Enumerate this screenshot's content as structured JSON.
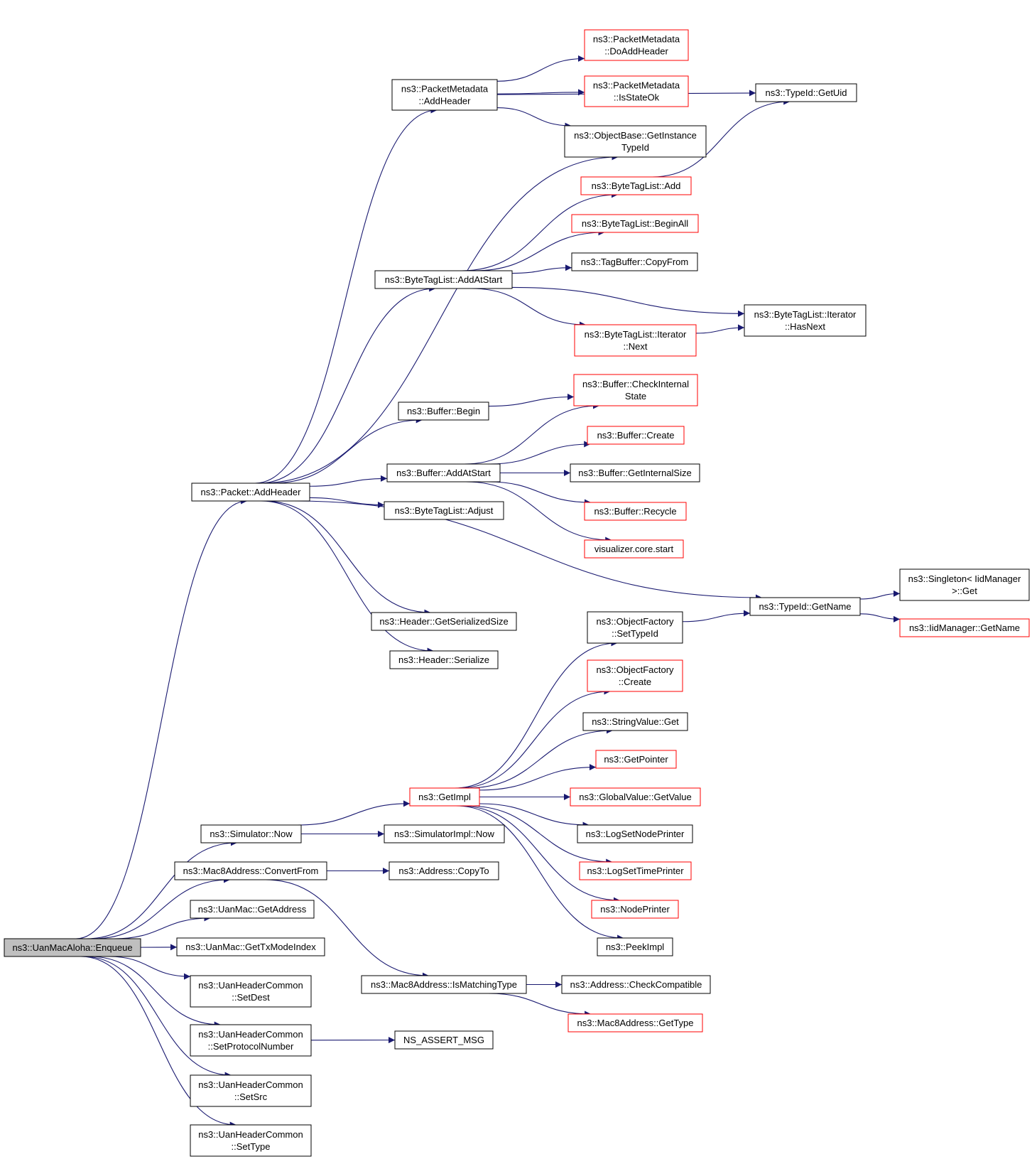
{
  "colors": {
    "edge": "#191970",
    "normal_border": "#000000",
    "truncated_border": "#ff0000",
    "root_fill": "#bfbfbf"
  },
  "nodes": {
    "enqueue": {
      "lines": [
        "ns3::UanMacAloha::Enqueue"
      ],
      "type": "root"
    },
    "packet_addheader": {
      "lines": [
        "ns3::Packet::AddHeader"
      ],
      "type": "normal"
    },
    "pm_addheader": {
      "lines": [
        "ns3::PacketMetadata",
        "::AddHeader"
      ],
      "type": "normal"
    },
    "pm_doaddheader": {
      "lines": [
        "ns3::PacketMetadata",
        "::DoAddHeader"
      ],
      "type": "red"
    },
    "pm_isstateok": {
      "lines": [
        "ns3::PacketMetadata",
        "::IsStateOk"
      ],
      "type": "red"
    },
    "typeid_getuid": {
      "lines": [
        "ns3::TypeId::GetUid"
      ],
      "type": "normal"
    },
    "objectbase_getinstancetypeid": {
      "lines": [
        "ns3::ObjectBase::GetInstance",
        "TypeId"
      ],
      "type": "normal"
    },
    "btl_add": {
      "lines": [
        "ns3::ByteTagList::Add"
      ],
      "type": "red"
    },
    "btl_beginall": {
      "lines": [
        "ns3::ByteTagList::BeginAll"
      ],
      "type": "red"
    },
    "tagbuffer_copyfrom": {
      "lines": [
        "ns3::TagBuffer::CopyFrom"
      ],
      "type": "normal"
    },
    "btl_addatstart": {
      "lines": [
        "ns3::ByteTagList::AddAtStart"
      ],
      "type": "normal"
    },
    "btl_iter_hasnext": {
      "lines": [
        "ns3::ByteTagList::Iterator",
        "::HasNext"
      ],
      "type": "normal"
    },
    "btl_iter_next": {
      "lines": [
        "ns3::ByteTagList::Iterator",
        "::Next"
      ],
      "type": "red"
    },
    "buffer_checkinternalstate": {
      "lines": [
        "ns3::Buffer::CheckInternal",
        "State"
      ],
      "type": "red"
    },
    "buffer_begin": {
      "lines": [
        "ns3::Buffer::Begin"
      ],
      "type": "normal"
    },
    "buffer_create": {
      "lines": [
        "ns3::Buffer::Create"
      ],
      "type": "red"
    },
    "buffer_addatstart": {
      "lines": [
        "ns3::Buffer::AddAtStart"
      ],
      "type": "normal"
    },
    "buffer_getinternalsize": {
      "lines": [
        "ns3::Buffer::GetInternalSize"
      ],
      "type": "normal"
    },
    "buffer_recycle": {
      "lines": [
        "ns3::Buffer::Recycle"
      ],
      "type": "red"
    },
    "btl_adjust": {
      "lines": [
        "ns3::ByteTagList::Adjust"
      ],
      "type": "normal"
    },
    "visualizer_core_start": {
      "lines": [
        "visualizer.core.start"
      ],
      "type": "red"
    },
    "singleton_get": {
      "lines": [
        "ns3::Singleton< IidManager",
        ">::Get"
      ],
      "type": "normal"
    },
    "typeid_getname": {
      "lines": [
        "ns3::TypeId::GetName"
      ],
      "type": "normal"
    },
    "iidmanager_getname": {
      "lines": [
        "ns3::IidManager::GetName"
      ],
      "type": "red"
    },
    "header_getserializedsize": {
      "lines": [
        "ns3::Header::GetSerializedSize"
      ],
      "type": "normal"
    },
    "objectfactory_settypeid": {
      "lines": [
        "ns3::ObjectFactory",
        "::SetTypeId"
      ],
      "type": "normal"
    },
    "header_serialize": {
      "lines": [
        "ns3::Header::Serialize"
      ],
      "type": "normal"
    },
    "objectfactory_create": {
      "lines": [
        "ns3::ObjectFactory",
        "::Create"
      ],
      "type": "red"
    },
    "stringvalue_get": {
      "lines": [
        "ns3::StringValue::Get"
      ],
      "type": "normal"
    },
    "getpointer": {
      "lines": [
        "ns3::GetPointer"
      ],
      "type": "red"
    },
    "getimpl": {
      "lines": [
        "ns3::GetImpl"
      ],
      "type": "red"
    },
    "globalvalue_getvalue": {
      "lines": [
        "ns3::GlobalValue::GetValue"
      ],
      "type": "red"
    },
    "simulator_now": {
      "lines": [
        "ns3::Simulator::Now"
      ],
      "type": "normal"
    },
    "simulatorimpl_now": {
      "lines": [
        "ns3::SimulatorImpl::Now"
      ],
      "type": "normal"
    },
    "logsetnodeprinter": {
      "lines": [
        "ns3::LogSetNodePrinter"
      ],
      "type": "normal"
    },
    "mac8_convertfrom": {
      "lines": [
        "ns3::Mac8Address::ConvertFrom"
      ],
      "type": "normal"
    },
    "address_copyto": {
      "lines": [
        "ns3::Address::CopyTo"
      ],
      "type": "normal"
    },
    "logsettimeprinter": {
      "lines": [
        "ns3::LogSetTimePrinter"
      ],
      "type": "red"
    },
    "uanmac_getaddress": {
      "lines": [
        "ns3::UanMac::GetAddress"
      ],
      "type": "normal"
    },
    "nodeprinter": {
      "lines": [
        "ns3::NodePrinter"
      ],
      "type": "red"
    },
    "uanmac_gettxmodeindex": {
      "lines": [
        "ns3::UanMac::GetTxModeIndex"
      ],
      "type": "normal"
    },
    "peekimpl": {
      "lines": [
        "ns3::PeekImpl"
      ],
      "type": "normal"
    },
    "uhc_setdest": {
      "lines": [
        "ns3::UanHeaderCommon",
        "::SetDest"
      ],
      "type": "normal"
    },
    "mac8_ismatchingtype": {
      "lines": [
        "ns3::Mac8Address::IsMatchingType"
      ],
      "type": "normal"
    },
    "address_checkcompatible": {
      "lines": [
        "ns3::Address::CheckCompatible"
      ],
      "type": "normal"
    },
    "mac8_gettype": {
      "lines": [
        "ns3::Mac8Address::GetType"
      ],
      "type": "red"
    },
    "uhc_setprotocolnumber": {
      "lines": [
        "ns3::UanHeaderCommon",
        "::SetProtocolNumber"
      ],
      "type": "normal"
    },
    "ns_assert_msg": {
      "lines": [
        "NS_ASSERT_MSG"
      ],
      "type": "normal"
    },
    "uhc_setsrc": {
      "lines": [
        "ns3::UanHeaderCommon",
        "::SetSrc"
      ],
      "type": "normal"
    },
    "uhc_settype": {
      "lines": [
        "ns3::UanHeaderCommon",
        "::SetType"
      ],
      "type": "normal"
    }
  },
  "edges": [
    [
      "enqueue",
      "packet_addheader"
    ],
    [
      "enqueue",
      "simulator_now"
    ],
    [
      "enqueue",
      "mac8_convertfrom"
    ],
    [
      "enqueue",
      "uanmac_getaddress"
    ],
    [
      "enqueue",
      "uanmac_gettxmodeindex"
    ],
    [
      "enqueue",
      "uhc_setdest"
    ],
    [
      "enqueue",
      "uhc_setprotocolnumber"
    ],
    [
      "enqueue",
      "uhc_setsrc"
    ],
    [
      "enqueue",
      "uhc_settype"
    ],
    [
      "packet_addheader",
      "pm_addheader"
    ],
    [
      "packet_addheader",
      "objectbase_getinstancetypeid"
    ],
    [
      "packet_addheader",
      "btl_addatstart"
    ],
    [
      "packet_addheader",
      "buffer_begin"
    ],
    [
      "packet_addheader",
      "buffer_addatstart"
    ],
    [
      "packet_addheader",
      "btl_adjust"
    ],
    [
      "packet_addheader",
      "typeid_getname"
    ],
    [
      "packet_addheader",
      "header_getserializedsize"
    ],
    [
      "packet_addheader",
      "header_serialize"
    ],
    [
      "pm_addheader",
      "pm_doaddheader"
    ],
    [
      "pm_addheader",
      "pm_isstateok"
    ],
    [
      "pm_addheader",
      "typeid_getuid"
    ],
    [
      "pm_addheader",
      "objectbase_getinstancetypeid"
    ],
    [
      "btl_add",
      "typeid_getuid"
    ],
    [
      "btl_addatstart",
      "btl_add"
    ],
    [
      "btl_addatstart",
      "btl_beginall"
    ],
    [
      "btl_addatstart",
      "tagbuffer_copyfrom"
    ],
    [
      "btl_addatstart",
      "btl_iter_hasnext"
    ],
    [
      "btl_addatstart",
      "btl_iter_next"
    ],
    [
      "btl_iter_next",
      "btl_iter_hasnext"
    ],
    [
      "buffer_begin",
      "buffer_checkinternalstate"
    ],
    [
      "buffer_addatstart",
      "buffer_checkinternalstate"
    ],
    [
      "buffer_addatstart",
      "buffer_create"
    ],
    [
      "buffer_addatstart",
      "buffer_getinternalsize"
    ],
    [
      "buffer_addatstart",
      "buffer_recycle"
    ],
    [
      "buffer_addatstart",
      "visualizer_core_start"
    ],
    [
      "typeid_getname",
      "singleton_get"
    ],
    [
      "typeid_getname",
      "iidmanager_getname"
    ],
    [
      "objectfactory_settypeid",
      "typeid_getname"
    ],
    [
      "simulator_now",
      "getimpl"
    ],
    [
      "simulator_now",
      "simulatorimpl_now"
    ],
    [
      "getimpl",
      "objectfactory_settypeid"
    ],
    [
      "getimpl",
      "objectfactory_create"
    ],
    [
      "getimpl",
      "stringvalue_get"
    ],
    [
      "getimpl",
      "getpointer"
    ],
    [
      "getimpl",
      "globalvalue_getvalue"
    ],
    [
      "getimpl",
      "logsetnodeprinter"
    ],
    [
      "getimpl",
      "logsettimeprinter"
    ],
    [
      "getimpl",
      "nodeprinter"
    ],
    [
      "getimpl",
      "peekimpl"
    ],
    [
      "mac8_convertfrom",
      "address_copyto"
    ],
    [
      "mac8_convertfrom",
      "mac8_ismatchingtype"
    ],
    [
      "mac8_ismatchingtype",
      "address_checkcompatible"
    ],
    [
      "mac8_ismatchingtype",
      "mac8_gettype"
    ],
    [
      "uhc_setprotocolnumber",
      "ns_assert_msg"
    ]
  ]
}
